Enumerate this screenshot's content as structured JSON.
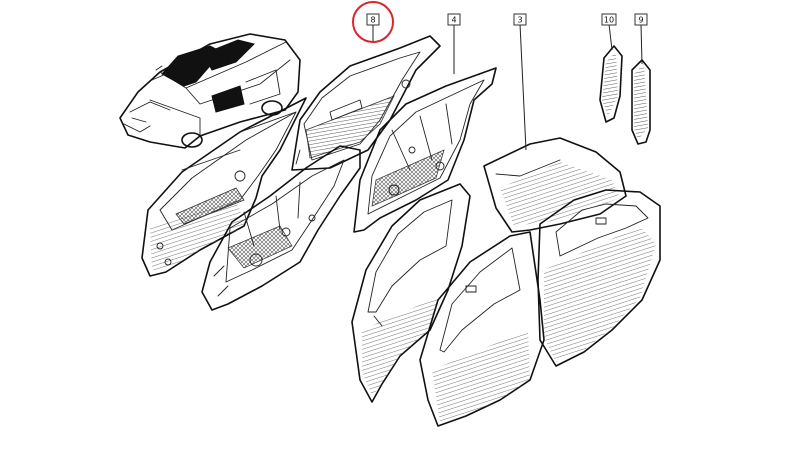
{
  "callouts": [
    {
      "id": "door-top-trim",
      "label": "8",
      "highlighted": true
    },
    {
      "id": "rear-door-panel",
      "label": "4",
      "highlighted": false
    },
    {
      "id": "door-skin-set",
      "label": "3",
      "highlighted": false
    },
    {
      "id": "b-pillar-trim-left",
      "label": "10",
      "highlighted": false
    },
    {
      "id": "b-pillar-trim-right",
      "label": "9",
      "highlighted": false
    }
  ],
  "colors": {
    "line": "#111111",
    "highlight_ring": "#d9262c",
    "tag_border": "#333333"
  }
}
